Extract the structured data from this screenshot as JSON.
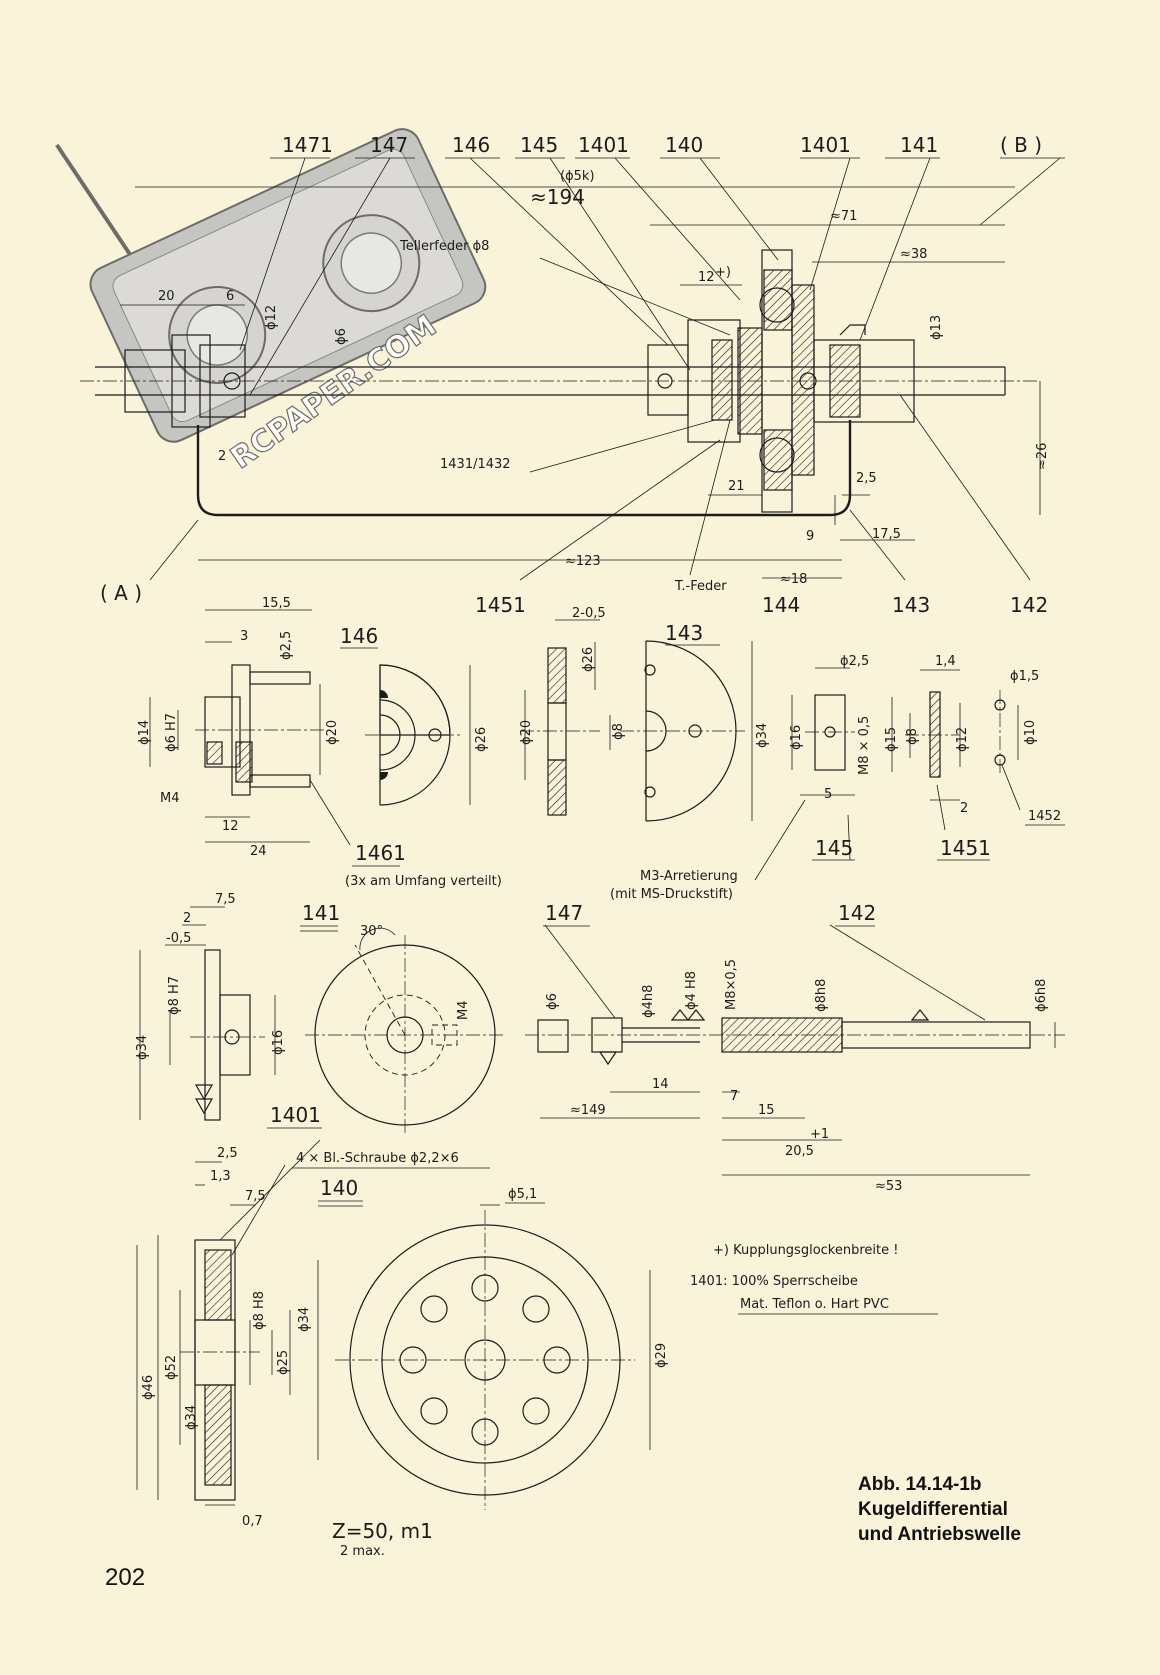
{
  "watermark": "RCPAPER.COM",
  "page_number": "202",
  "caption": {
    "line1": "Abb. 14.14-1b",
    "line2": "Kugeldifferential",
    "line3": "und Antriebswelle"
  },
  "assembly": {
    "part_labels": [
      "1471",
      "147",
      "146",
      "145",
      "1401",
      "140",
      "1401",
      "141",
      "( B )"
    ],
    "bottom_labels": [
      "( A )",
      "1451",
      "144",
      "143",
      "142"
    ],
    "dims": {
      "d5k": "(ϕ5k)",
      "l194": "≈194",
      "l71": "≈71",
      "l38": "≈38",
      "l12": "12",
      "plus": "+)",
      "tellerfeder": "Tellerfeder ϕ8",
      "l20": "20",
      "l6": "6",
      "d12": "ϕ12",
      "d6": "ϕ6",
      "d13": "ϕ13",
      "l2": "2",
      "ref1431": "1431/1432",
      "l21": "21",
      "l25": "2,5",
      "l9": "9",
      "l175": "17,5",
      "h26": "≈26",
      "l123": "≈123",
      "l18": "≈18",
      "tfeder": "T.-Feder"
    }
  },
  "detail_146": {
    "label": "146",
    "dims": [
      "15,5",
      "3",
      "ϕ2,5",
      "ϕ14",
      "ϕ6 H7",
      "ϕ20",
      "ϕ26",
      "M4",
      "12",
      "24"
    ],
    "ref": "1461",
    "note": "(3x am Umfang verteilt)"
  },
  "detail_143": {
    "label": "143",
    "dims": [
      "2-0,5",
      "ϕ26",
      "ϕ20",
      "ϕ8",
      "ϕ34"
    ]
  },
  "detail_145": {
    "label": "145",
    "dims": [
      "ϕ2,5",
      "ϕ16",
      "M8 × 0,5",
      "5"
    ],
    "note1": "M3-Arretierung",
    "note2": "(mit MS-Druckstift)"
  },
  "detail_1451": {
    "label": "1451",
    "dims": [
      "1,4",
      "ϕ15",
      "ϕ8",
      "ϕ12",
      "2"
    ],
    "dims_right": [
      "ϕ1,5",
      "ϕ10"
    ],
    "ref": "1452"
  },
  "detail_141": {
    "label": "141",
    "dims": [
      "7,5",
      "2",
      "-0,5",
      "ϕ34",
      "ϕ8 H7",
      "ϕ16",
      "30°",
      "M4"
    ]
  },
  "detail_147_142": {
    "label_147": "147",
    "label_142": "142",
    "dims": [
      "ϕ6",
      "ϕ4h8",
      "ϕ4 H8",
      "M8×0,5",
      "ϕ8h8",
      "ϕ6h8",
      "14",
      "7",
      "15",
      "≈149",
      "20,5",
      "+1",
      "≈53"
    ]
  },
  "detail_140": {
    "label": "140",
    "ref_1401": "1401",
    "screw_note": "4 × Bl.-Schraube ϕ2,2×6",
    "dims": [
      "2,5",
      "1,3",
      "7,5",
      "ϕ5,1",
      "ϕ8 H8",
      "ϕ25",
      "ϕ34",
      "ϕ52",
      "ϕ34",
      "ϕ46",
      "ϕ29",
      "0,7"
    ],
    "gear_main": "Z=50, m1",
    "gear_sub": "2 max."
  },
  "notes": {
    "line1": "+)  Kupplungsglockenbreite !",
    "line2": "1401:  100% Sperrscheibe",
    "line3": "Mat.  Teflon o. Hart PVC"
  }
}
